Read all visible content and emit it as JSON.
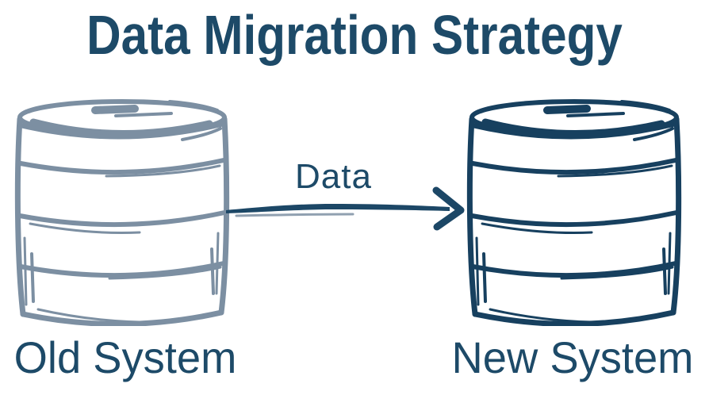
{
  "title": "Data Migration Strategy",
  "flow": {
    "label": "Data"
  },
  "nodes": [
    {
      "id": "old-system",
      "label": "Old System",
      "icon": "database-cylinder-icon",
      "color": "#7c8fa2"
    },
    {
      "id": "new-system",
      "label": "New System",
      "icon": "database-cylinder-icon",
      "color": "#17405f"
    }
  ],
  "colors": {
    "background": "#ffffff",
    "heading_text": "#1d4a68",
    "label_text": "#1d4a68",
    "arrow": "#1c4766",
    "arrow_echo": "#7c8fa2"
  }
}
